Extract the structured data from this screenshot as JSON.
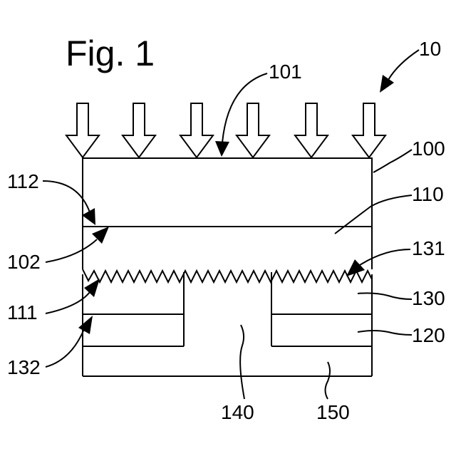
{
  "figure": {
    "title": "Fig. 1",
    "labels": {
      "device": "10",
      "surface_top": "101",
      "layer_100": "100",
      "layer_110": "110",
      "surface_112": "112",
      "surface_102": "102",
      "texture_131": "131",
      "layer_130": "130",
      "surface_111": "111",
      "layer_120": "120",
      "surface_132": "132",
      "region_140": "140",
      "layer_150": "150"
    }
  }
}
